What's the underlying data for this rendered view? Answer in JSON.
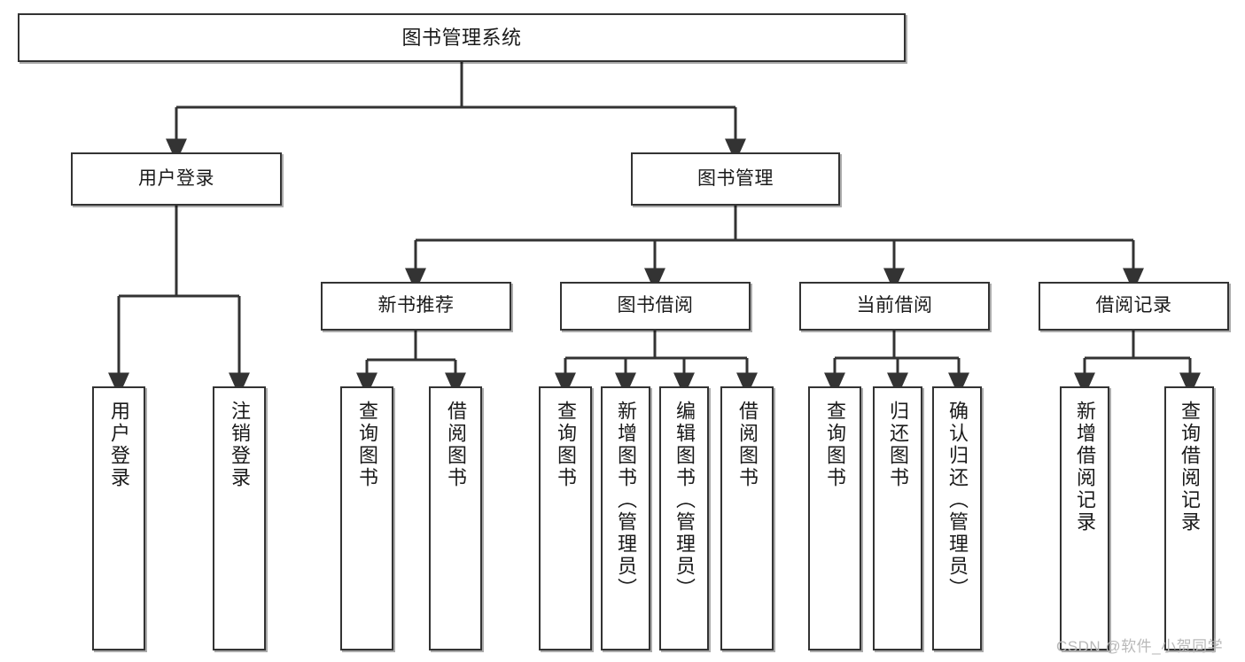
{
  "diagram": {
    "type": "tree-flowchart",
    "title": "图书管理系统",
    "colors": {
      "box_border": "#333333",
      "box_fill": "#ffffff",
      "edge": "#333333",
      "text": "#1a1a1a",
      "watermark": "#b9b9b9",
      "background": "#ffffff"
    },
    "nodes": {
      "root": {
        "label": "图书管理系统"
      },
      "level1": [
        {
          "id": "user-login",
          "label": "用户登录"
        },
        {
          "id": "book-manage",
          "label": "图书管理"
        }
      ],
      "level2": [
        {
          "id": "new-book-recommend",
          "label": "新书推荐"
        },
        {
          "id": "book-borrow",
          "label": "图书借阅"
        },
        {
          "id": "current-borrow",
          "label": "当前借阅"
        },
        {
          "id": "borrow-record",
          "label": "借阅记录"
        }
      ],
      "leaves": {
        "user-login": [
          {
            "id": "leaf-user-login",
            "label": "用户登录"
          },
          {
            "id": "leaf-logout",
            "label": "注销登录"
          }
        ],
        "new-book-recommend": [
          {
            "id": "leaf-query-book-1",
            "label": "查询图书"
          },
          {
            "id": "leaf-borrow-book-1",
            "label": "借阅图书"
          }
        ],
        "book-borrow": [
          {
            "id": "leaf-query-book-2",
            "label": "查询图书"
          },
          {
            "id": "leaf-add-book",
            "label": "新增图书（管理员）"
          },
          {
            "id": "leaf-edit-book",
            "label": "编辑图书（管理员）"
          },
          {
            "id": "leaf-borrow-book-2",
            "label": "借阅图书"
          }
        ],
        "current-borrow": [
          {
            "id": "leaf-query-book-3",
            "label": "查询图书"
          },
          {
            "id": "leaf-return-book",
            "label": "归还图书"
          },
          {
            "id": "leaf-confirm-return",
            "label": "确认归还（管理员）"
          }
        ],
        "borrow-record": [
          {
            "id": "leaf-add-record",
            "label": "新增借阅记录"
          },
          {
            "id": "leaf-query-record",
            "label": "查询借阅记录"
          }
        ]
      }
    },
    "watermark": "CSDN @软件_小贺同学"
  }
}
